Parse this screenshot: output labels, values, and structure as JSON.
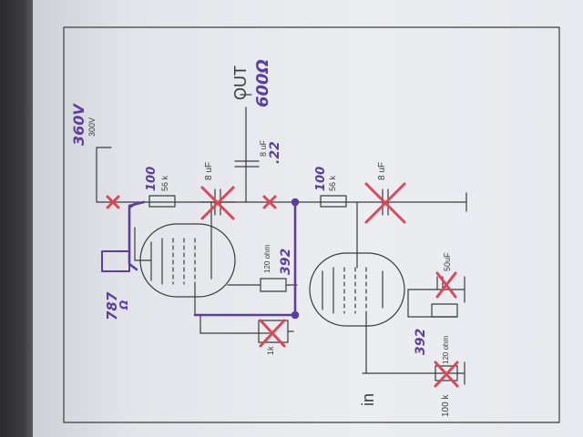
{
  "colors": {
    "ink": "#3c3c3c",
    "marker": "#5a3fa0",
    "cross": "#d84a5a"
  },
  "labels": {
    "supply_new": "360V",
    "supply_old": "300V",
    "out": "OUT",
    "out_impedance": "600Ω",
    "r_plate1_new": "100",
    "r_plate1_old": "56 k",
    "r_plate2_new": "100",
    "r_plate2_old": "56 k",
    "cap1": "8 uF",
    "cap2": "8 uF",
    "cap_out_old": "8 uF",
    "cap_out_new": ".22",
    "r_mid_old": "120 ohm",
    "r_mid_new": "392",
    "r_left_new": "787",
    "r_left_unit": "Ω",
    "cap_cath": "50uF",
    "r_cath_old": "120 ohm",
    "r_cath_new": "392",
    "r_1k": "1k",
    "r_100k": "100 k",
    "input": "in"
  }
}
